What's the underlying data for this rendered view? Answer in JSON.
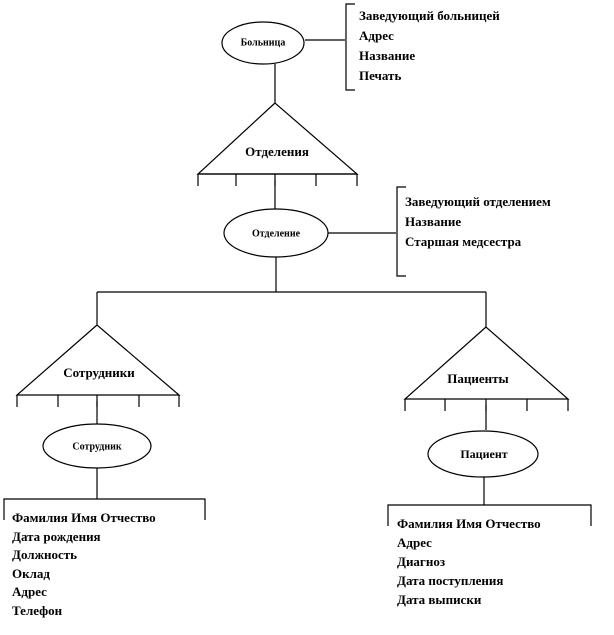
{
  "nodes": {
    "hospital": "Больница",
    "departments": "Отделения",
    "department": "Отделение",
    "employees": "Сотрудники",
    "employee": "Сотрудник",
    "patients": "Пациенты",
    "patient": "Пациент"
  },
  "attributes": {
    "hospital": [
      "Заведующий больницей",
      "Адрес",
      "Название",
      "Печать"
    ],
    "department": [
      "Заведующий отделением",
      "Название",
      "Старшая медсестра"
    ],
    "employee": [
      "Фамилия Имя Отчество",
      "Дата рождения",
      "Должность",
      "Оклад",
      "Адрес",
      "Телефон"
    ],
    "patient": [
      "Фамилия Имя Отчество",
      "Адрес",
      "Диагноз",
      "Дата поступления",
      "Дата выписки"
    ]
  }
}
